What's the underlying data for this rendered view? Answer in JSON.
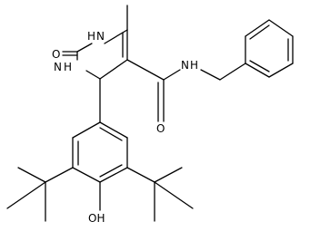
{
  "molecule": {
    "atoms": {
      "carbonyl_oxygen_ring": "O",
      "ring_nh_top": "H",
      "ring_nh_top_n": "N",
      "ring_nh_left": "N",
      "ring_nh_left_h": "H",
      "amide_oxygen": "O",
      "amide_n": "N",
      "amide_h": "H",
      "hydroxyl": "OH"
    },
    "colors": {
      "bond": "#000000",
      "background": "#ffffff"
    }
  }
}
